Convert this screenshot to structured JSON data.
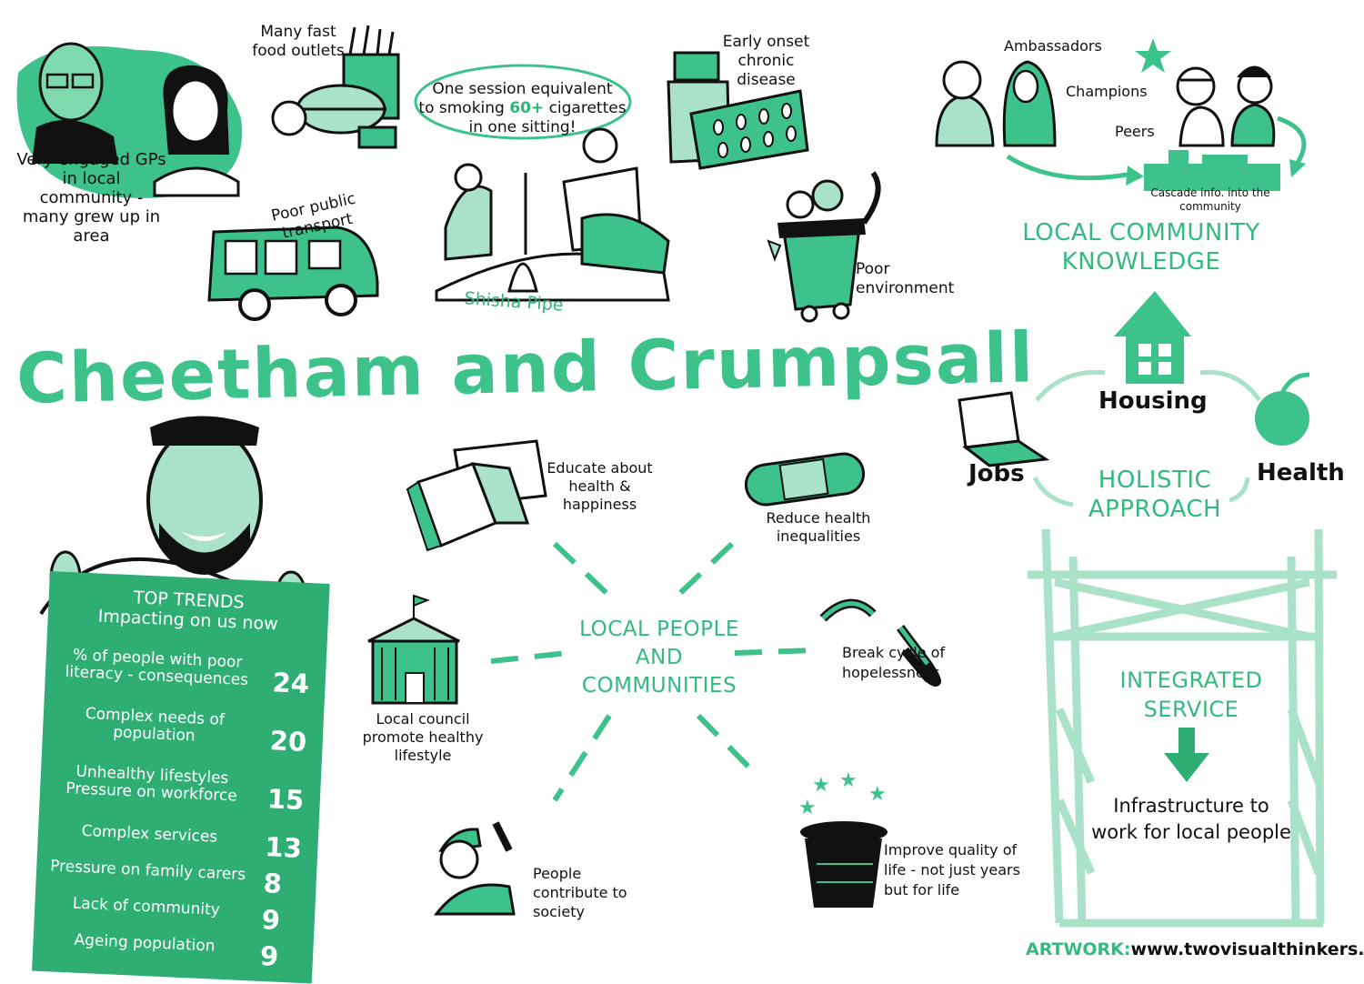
{
  "title": "Cheetham and Crumpsall",
  "gps": "Very engaged GPs in local community - many grew up in area",
  "fast_food": "Many fast food outlets",
  "transport": "Poor public transport",
  "shisha": {
    "quote_line1": "One session equivalent",
    "quote_line2_pre": "to smoking",
    "quote_num": "60+",
    "quote_line2_post": "cigarettes",
    "quote_line3": "in one sitting!",
    "label": "Shisha Pipe"
  },
  "disease": "Early onset chronic disease",
  "environment": "Poor environment",
  "community": {
    "ambassadors": "Ambassadors",
    "champions": "Champions",
    "peers": "Peers",
    "cascade": "Cascade info. into the community",
    "heading_line1": "LOCAL COMMUNITY",
    "heading_line2": "KNOWLEDGE"
  },
  "holistic": {
    "housing": "Housing",
    "jobs": "Jobs",
    "health": "Health",
    "line1": "HOLISTIC",
    "line2": "APPROACH"
  },
  "center": {
    "line1": "LOCAL PEOPLE",
    "line2": "AND",
    "line3": "COMMUNITIES"
  },
  "spokes": {
    "educate": "Educate about health & happiness",
    "reduce": "Reduce health inequalities",
    "council": "Local council promote healthy lifestyle",
    "break": "Break cycle of hopelessness",
    "contribute": "People contribute to society",
    "improve": "Improve quality of life - not just years but for life"
  },
  "integrated": {
    "line1": "INTEGRATED",
    "line2": "SERVICE",
    "infra": "Infrastructure to work for local people"
  },
  "trends": {
    "header_line1": "TOP TRENDS",
    "header_line2": "Impacting on us now",
    "items": [
      {
        "label": "% of people with poor literacy - consequences",
        "value": "24"
      },
      {
        "label": "Complex needs of population",
        "value": "20"
      },
      {
        "label": "Unhealthy lifestyles Pressure on workforce",
        "value": "15"
      },
      {
        "label": "Complex services",
        "value": "13"
      },
      {
        "label": "Pressure on family carers",
        "value": "8"
      },
      {
        "label": "Lack of community",
        "value": "9"
      },
      {
        "label": "Ageing population",
        "value": "9"
      }
    ]
  },
  "footer": {
    "prefix": "ARTWORK:",
    "url": "www.twovisualthinkers.info"
  },
  "colors": {
    "accent": "#2fb57c",
    "light_accent": "#a9e2c8",
    "dark_green": "#1f8f5c"
  }
}
